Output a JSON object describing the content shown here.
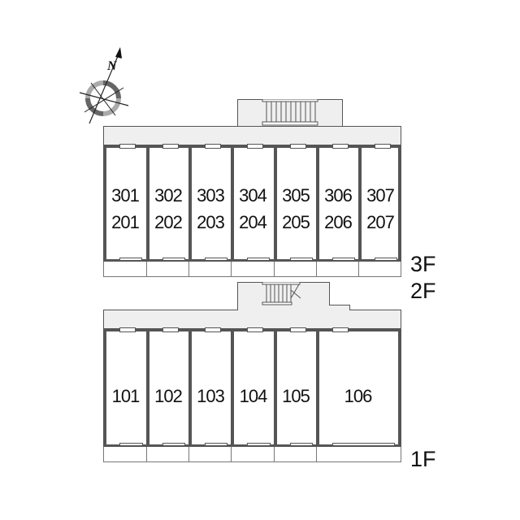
{
  "compass": {
    "north_label": "N"
  },
  "upper_block": {
    "top_row": [
      "301",
      "302",
      "303",
      "304",
      "305",
      "306",
      "307"
    ],
    "bottom_row": [
      "201",
      "202",
      "203",
      "204",
      "205",
      "206",
      "207"
    ]
  },
  "lower_block": {
    "units": [
      "101",
      "102",
      "103",
      "104",
      "105",
      "106"
    ]
  },
  "floor_labels": {
    "f3": "3F",
    "f2": "2F",
    "f1": "1F"
  },
  "colors": {
    "wall": "#555555",
    "corridor": "#efefef"
  }
}
